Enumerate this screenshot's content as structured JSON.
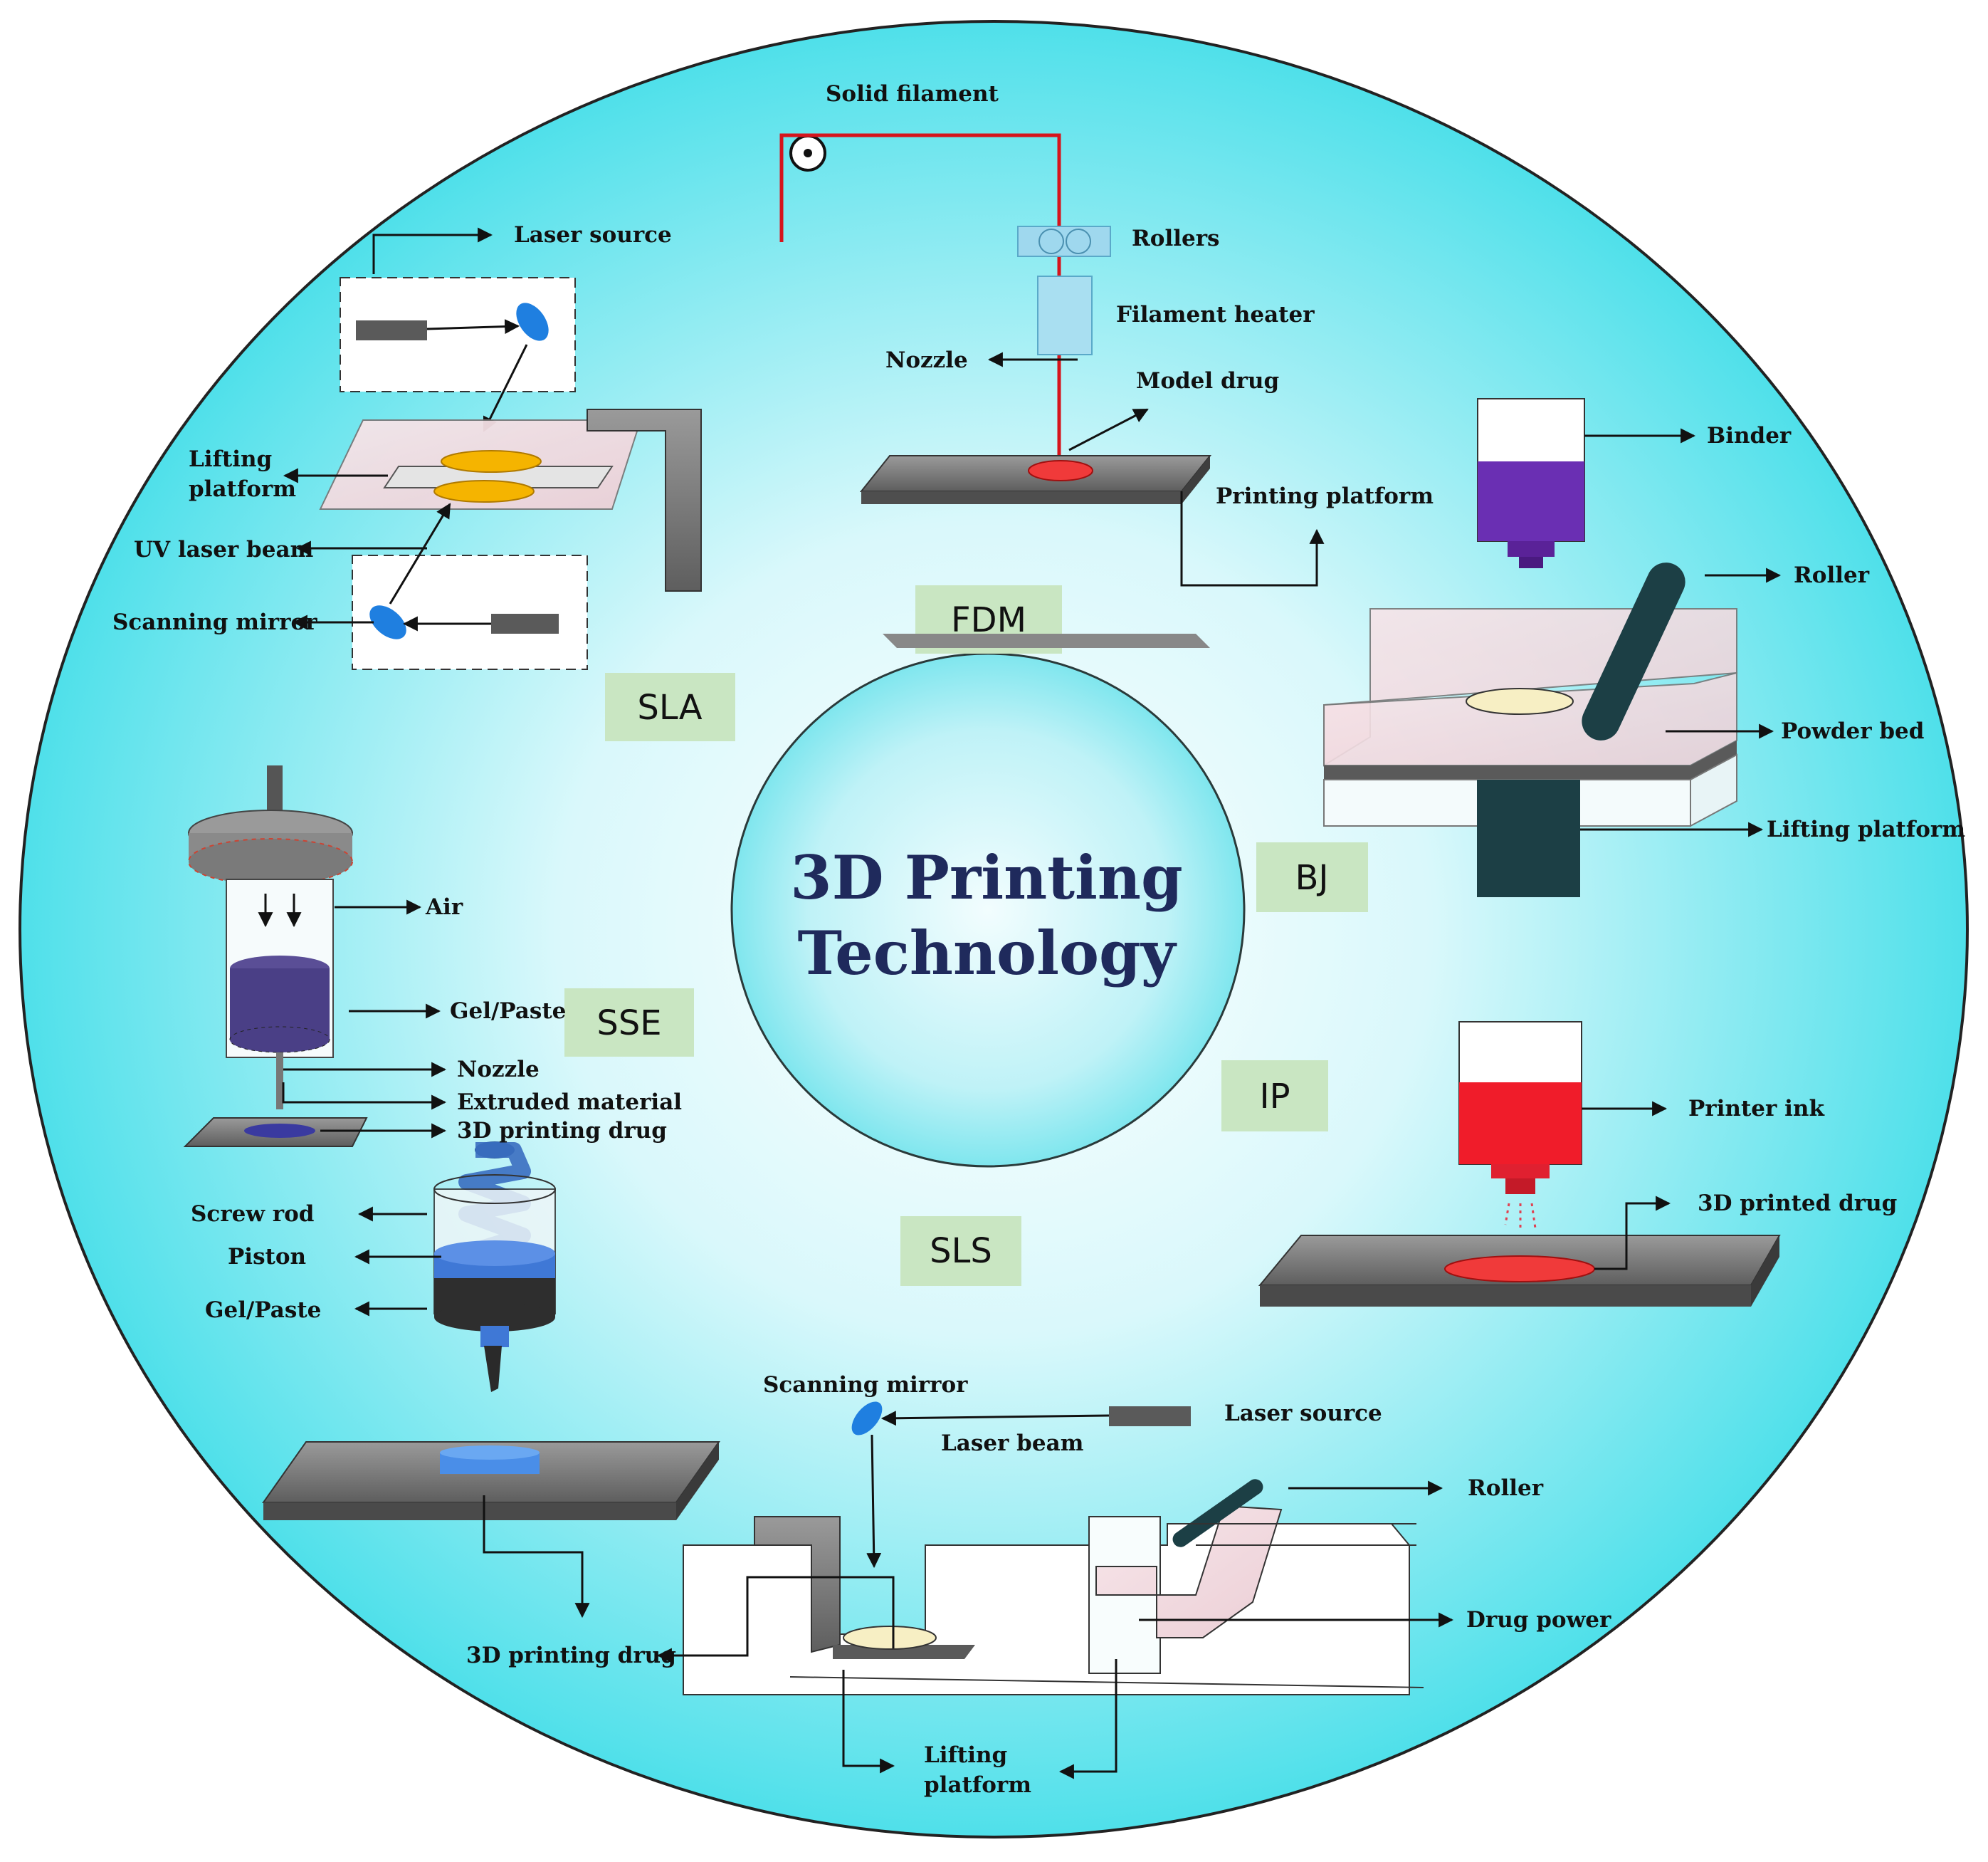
{
  "center_title": {
    "line1": "3D Printing",
    "line2": "Technology"
  },
  "techniques": {
    "fdm": "FDM",
    "sla": "SLA",
    "bj": "BJ",
    "sse": "SSE",
    "ip": "IP",
    "sls": "SLS"
  },
  "fdm_labels": {
    "solid_filament": "Solid filament",
    "rollers": "Rollers",
    "filament_heater": "Filament heater",
    "nozzle": "Nozzle",
    "model_drug": "Model drug",
    "printing_platform": "Printing platform"
  },
  "sla_labels": {
    "laser_source": "Laser source",
    "lifting_platform_1": "Lifting",
    "lifting_platform_2": "platform",
    "uv_laser_beam": "UV laser beam",
    "scanning_mirror": "Scanning mirror"
  },
  "bj_labels": {
    "binder": "Binder",
    "roller": "Roller",
    "powder_bed": "Powder bed",
    "lifting_platform": "Lifting platform"
  },
  "sse_labels": {
    "air": "Air",
    "gel_paste_top": "Gel/Paste",
    "nozzle": "Nozzle",
    "extruded_material": "Extruded material",
    "printing_drug": "3D printing drug",
    "screw_rod": "Screw rod",
    "piston": "Piston",
    "gel_paste_bottom": "Gel/Paste"
  },
  "ip_labels": {
    "printer_ink": "Printer ink",
    "printed_drug": "3D printed drug"
  },
  "sls_labels": {
    "scanning_mirror": "Scanning mirror",
    "laser_source": "Laser source",
    "laser_beam": "Laser beam",
    "roller": "Roller",
    "drug_power": "Drug power",
    "printing_drug": "3D printing drug",
    "lifting_platform_1": "Lifting",
    "lifting_platform_2": "platform"
  },
  "colors": {
    "disc_edge": "#5ee6f0",
    "disc_center": "#ffffff",
    "title_color": "#1f2a5c",
    "tech_box": "#c9e6c2",
    "filament_red": "#d6141c",
    "binder_purple": "#6a2fb3",
    "ink_red": "#f01c2a",
    "laser_orange": "#f5b400",
    "mirror_blue": "#1f7fe0",
    "platform_gray": "#6f6f6f",
    "dark_teal": "#1c3f45"
  }
}
